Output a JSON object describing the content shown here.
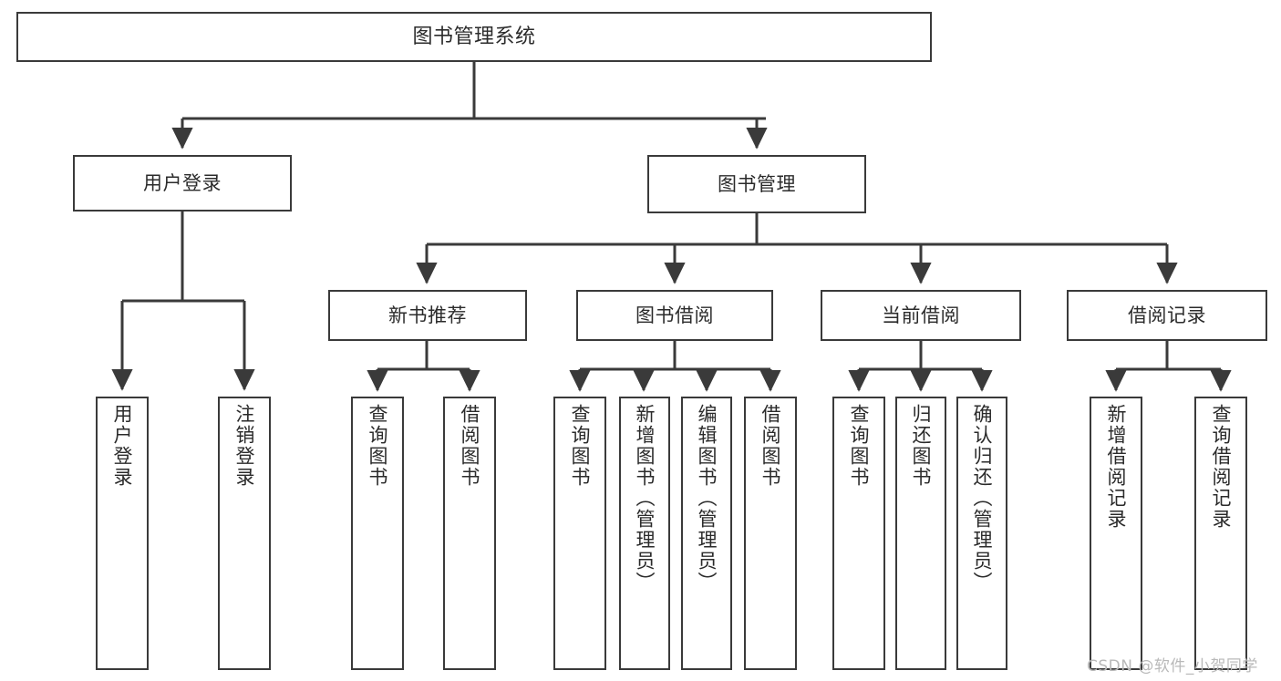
{
  "diagram": {
    "title": "图书管理系统",
    "type": "hierarchy-tree",
    "watermark": "CSDN @软件_小贺同学",
    "colors": {
      "stroke": "#3a3a3a",
      "text": "#2b2b2b",
      "background": "#ffffff",
      "watermark": "#b9b9b9"
    },
    "nodes": {
      "root": {
        "label": "图书管理系统"
      },
      "level2": [
        {
          "label": "用户登录"
        },
        {
          "label": "图书管理"
        }
      ],
      "level3": [
        {
          "label": "新书推荐"
        },
        {
          "label": "图书借阅"
        },
        {
          "label": "当前借阅"
        },
        {
          "label": "借阅记录"
        }
      ],
      "leaves_user_login": [
        {
          "label": "用户登录"
        },
        {
          "label": "注销登录"
        }
      ],
      "leaves_new_book": [
        {
          "label": "查询图书"
        },
        {
          "label": "借阅图书"
        }
      ],
      "leaves_borrow": [
        {
          "label": "查询图书"
        },
        {
          "label": "新增图书（管理员）"
        },
        {
          "label": "编辑图书（管理员）"
        },
        {
          "label": "借阅图书"
        }
      ],
      "leaves_current": [
        {
          "label": "查询图书"
        },
        {
          "label": "归还图书"
        },
        {
          "label": "确认归还（管理员）"
        }
      ],
      "leaves_records": [
        {
          "label": "新增借阅记录"
        },
        {
          "label": "查询借阅记录"
        }
      ]
    }
  }
}
